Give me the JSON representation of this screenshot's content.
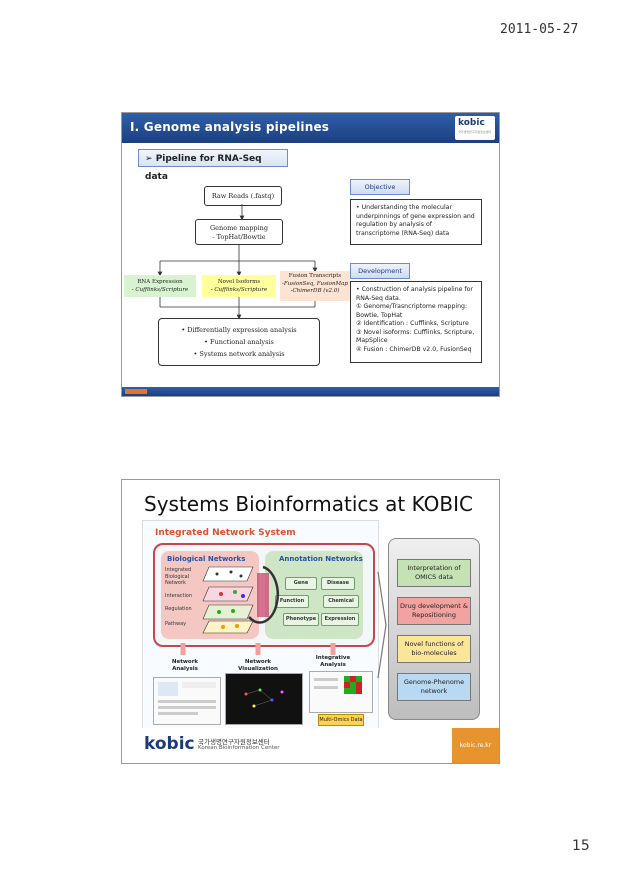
{
  "page": {
    "date": "2011-05-27",
    "number": "15"
  },
  "slide1": {
    "title": "I. Genome analysis pipelines",
    "logo": "kobic",
    "logo_sub": "국가생명연구자원정보센터",
    "pipeline_label": "Pipeline for RNA-Seq data",
    "raw_reads": "Raw Reads (.fastq)",
    "genome_mapping": {
      "line1": "Genome mapping",
      "line2": "- TopHat/Bowtie"
    },
    "rna_expression": {
      "line1": "RNA Expression",
      "line2": "- Cufflinks/Scripture"
    },
    "novel_isoforms": {
      "line1": "Novel Isoforms",
      "line2": "- Cufflinks/Scripture"
    },
    "fusion": {
      "line1": "Fusion Transcripts",
      "line2": "-FusionSeq, FusionMap",
      "line3": "-ChimerDB (v2.0)"
    },
    "analysis": [
      "• Differentially expression analysis",
      "• Functional analysis",
      "• Systems network analysis"
    ],
    "objective_label": "Objective",
    "objective_text": "• Understanding the molecular underpinnings of gene expression and regulation by analysis of transcriptome (RNA-Seq) data",
    "development_label": "Development",
    "development_intro": "• Construction of analysis pipeline for RNA-Seq data.",
    "development_items": [
      "① Genome/Trasncriptome mapping: Bowtie, TopHat",
      "② Identification : Cufflinks, Scripture",
      "③ Novel isoforms: Cufflinks, Scripture, MapSplice",
      "④ Fusion : ChimerDB v2.0, FusionSeq"
    ]
  },
  "slide2": {
    "title": "Systems Bioinformatics at KOBIC",
    "ins_title": "Integrated Network System",
    "bio_title": "Biological Networks",
    "bio_labels": [
      "Integrated Biological Network",
      "Interaction",
      "Regulation",
      "Pathway"
    ],
    "ann_title": "Annotation Networks",
    "ann_chips": [
      "Gene",
      "Disease",
      "Function",
      "Chemical",
      "Phenotype",
      "Expression"
    ],
    "captions": [
      "Network Analysis",
      "Network Visualization",
      "Integrative Analysis"
    ],
    "multi_omics": "Multi-Omics Data",
    "right_items": [
      {
        "text": "Interpretation of OMICS data",
        "color": "#c5e2b5"
      },
      {
        "text": "Drug development & Repositioning",
        "color": "#f2a3a0"
      },
      {
        "text": "Novel functions of bio-molecules",
        "color": "#fbe59a"
      },
      {
        "text": "Genome-Phenome network",
        "color": "#b8d9f1"
      }
    ],
    "footer": {
      "logo": "kobic",
      "korean": "국가생명연구자원정보센터",
      "center": "Korean Bioinformation Center",
      "url": "kobic.re.kr"
    }
  }
}
